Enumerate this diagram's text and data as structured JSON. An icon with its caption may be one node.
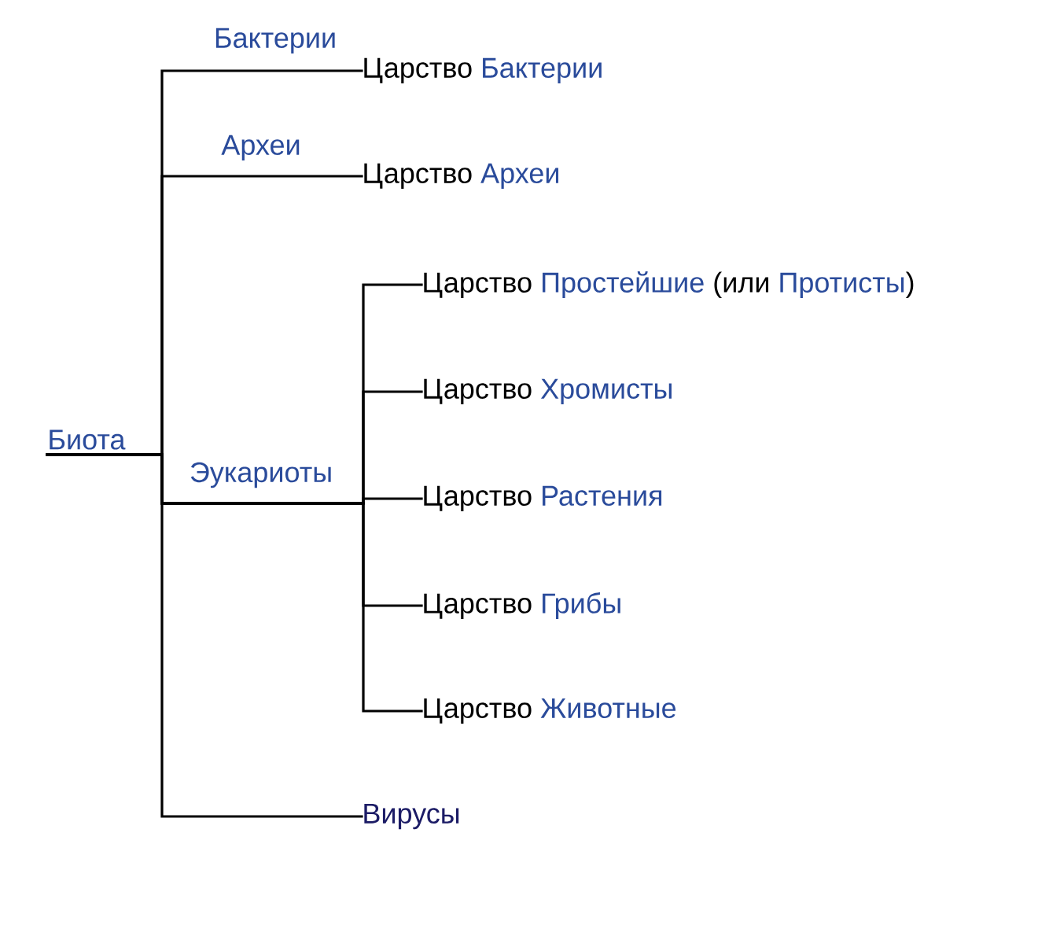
{
  "diagram": {
    "nodes": [
      {
        "text": [
          "Биота"
        ]
      },
      {
        "text": [
          "Царство",
          "Бактерии"
        ]
      },
      {
        "text": [
          "Царство",
          "Археи"
        ]
      },
      {
        "text": [
          "Царство",
          "Простейшие",
          "(или",
          "Протисты",
          ")"
        ]
      },
      {
        "text": [
          "Царство",
          "Хромисты"
        ]
      },
      {
        "text": [
          "Царство",
          "Растения"
        ]
      },
      {
        "text": [
          "Царство",
          "Грибы"
        ]
      },
      {
        "text": [
          "Царство",
          "Животные"
        ]
      },
      {
        "text": [
          "Вирусы"
        ]
      }
    ],
    "edges": [
      {
        "from": 0,
        "to": 1,
        "arrow": "none",
        "label": "Бактерии"
      },
      {
        "from": 0,
        "to": 2,
        "arrow": "none",
        "label": "Археи"
      },
      {
        "from": 0,
        "to": 3,
        "arrow": "none"
      },
      {
        "from": 0,
        "to": 4,
        "arrow": "none"
      },
      {
        "from": 0,
        "to": 5,
        "arrow": "none"
      },
      {
        "from": 0,
        "to": 6,
        "arrow": "none"
      },
      {
        "from": 0,
        "to": 7,
        "arrow": "none"
      },
      {
        "from": 0,
        "to": 8,
        "arrow": "none"
      }
    ],
    "labels": [
      "Эукариоты"
    ]
  }
}
